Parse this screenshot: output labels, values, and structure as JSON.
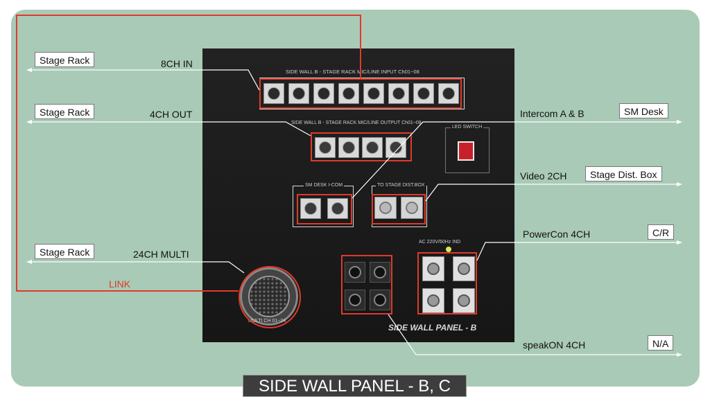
{
  "callouts": {
    "stage_rack_1": "Stage Rack",
    "stage_rack_2": "Stage Rack",
    "stage_rack_3": "Stage Rack",
    "sm_desk": "SM Desk",
    "stage_dist_box": "Stage Dist. Box",
    "cr": "C/R",
    "na": "N/A"
  },
  "labels": {
    "ch8_in": "8CH IN",
    "ch4_out": "4CH OUT",
    "multi24": "24CH MULTI",
    "intercom": "Intercom A & B",
    "video": "Video 2CH",
    "powercon": "PowerCon 4CH",
    "speakon": "speakON 4CH",
    "link": "LINK"
  },
  "panel": {
    "mic_input_title": "SIDE WALL B - STAGE RACK MIC/LINE INPUT Ch01~08",
    "mic_output_title": "SIDE WALL B - STAGE RACK MIC/LINE OUTPUT Ch01~08",
    "led_switch": "LED SWITCH",
    "sm_desk_icom": "SM DESK I-COM",
    "to_stage_dist": "TO STAGE DIST.BOX",
    "ac_label": "AC 220V/60Hz IND",
    "side_wall_panel": "SIDE WALL PANEL - B",
    "multi_label": "MULTI  CH 01~24"
  },
  "caption": "SIDE WALL PANEL - B, C",
  "colors": {
    "highlight": "#e03a2a",
    "background": "#a9cab6",
    "panel": "#1a1a1a"
  }
}
